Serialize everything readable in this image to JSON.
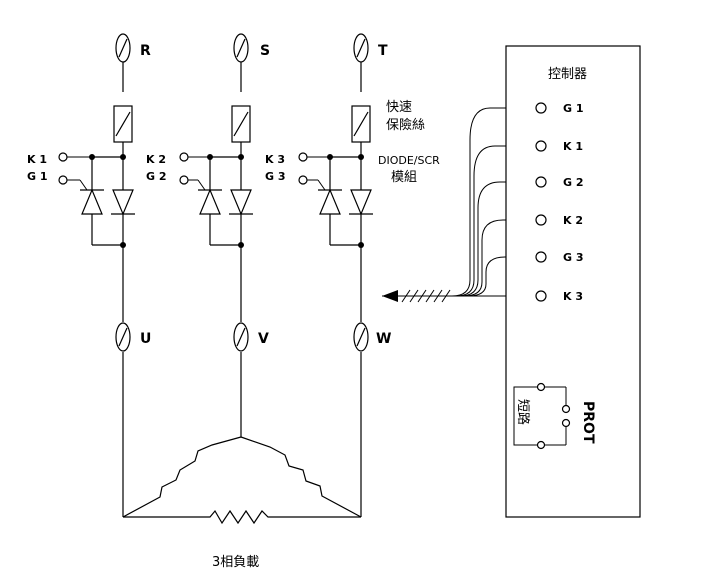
{
  "phase_labels": {
    "R": "R",
    "S": "S",
    "T": "T",
    "U": "U",
    "V": "V",
    "W": "W"
  },
  "gate_labels": {
    "k1": "K 1",
    "g1": "G 1",
    "k2": "K 2",
    "g2": "G 2",
    "k3": "K 3",
    "g3": "G 3"
  },
  "fuse_label_line1": "快速",
  "fuse_label_line2": "保險絲",
  "module_label_line1": "DIODE/SCR",
  "module_label_line2": "模組",
  "controller": {
    "title": "控制器",
    "terminals": [
      "G 1",
      "K 1",
      "G 2",
      "K 2",
      "G 3",
      "K 3"
    ],
    "prot_label": "PROT",
    "short_label": "短路"
  },
  "load_label": "3相負載"
}
